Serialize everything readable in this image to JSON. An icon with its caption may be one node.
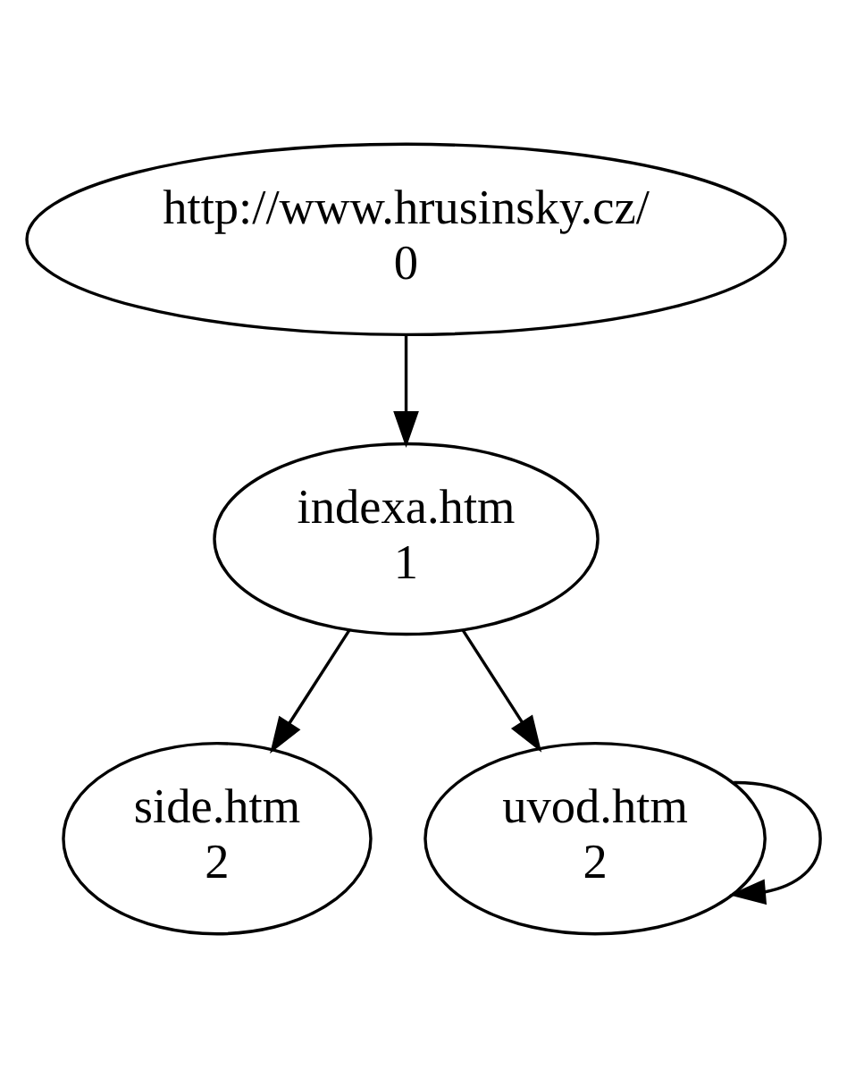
{
  "diagram": {
    "nodes": [
      {
        "text": [
          "http://www.hrusinsky.cz/",
          "0"
        ]
      },
      {
        "text": [
          "indexa.htm",
          "1"
        ]
      },
      {
        "text": [
          "side.htm",
          "2"
        ]
      },
      {
        "text": [
          "uvod.htm",
          "2"
        ]
      }
    ],
    "edges": [
      {
        "from": 0,
        "to": 1,
        "arrow": "to"
      },
      {
        "from": 1,
        "to": 2,
        "arrow": "to"
      },
      {
        "from": 1,
        "to": 3,
        "arrow": "to"
      },
      {
        "from": 3,
        "to": 3,
        "arrow": "to"
      }
    ]
  }
}
